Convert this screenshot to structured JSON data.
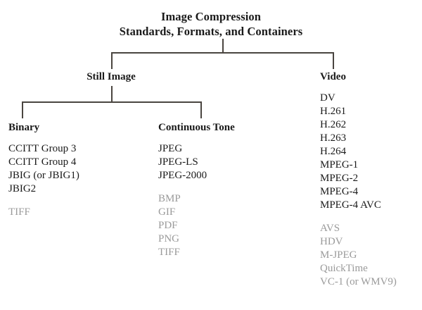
{
  "diagram": {
    "title": {
      "line1": "Image Compression",
      "line2": "Standards, Formats, and Containers"
    },
    "branches": {
      "still_image": "Still Image",
      "video": "Video"
    },
    "columns": {
      "binary": {
        "heading": "Binary",
        "items": [
          {
            "label": "CCITT Group 3",
            "muted": false,
            "spaced": false
          },
          {
            "label": "CCITT Group 4",
            "muted": false,
            "spaced": false
          },
          {
            "label": "JBIG (or JBIG1)",
            "muted": false,
            "spaced": false
          },
          {
            "label": "JBIG2",
            "muted": false,
            "spaced": false
          },
          {
            "label": "TIFF",
            "muted": true,
            "spaced": true
          }
        ]
      },
      "continuous_tone": {
        "heading": "Continuous Tone",
        "items": [
          {
            "label": "JPEG",
            "muted": false,
            "spaced": false
          },
          {
            "label": "JPEG-LS",
            "muted": false,
            "spaced": false
          },
          {
            "label": "JPEG-2000",
            "muted": false,
            "spaced": false
          },
          {
            "label": "BMP",
            "muted": true,
            "spaced": true
          },
          {
            "label": "GIF",
            "muted": true,
            "spaced": false
          },
          {
            "label": "PDF",
            "muted": true,
            "spaced": false
          },
          {
            "label": "PNG",
            "muted": true,
            "spaced": false
          },
          {
            "label": "TIFF",
            "muted": true,
            "spaced": false
          }
        ]
      },
      "video": {
        "heading": "Video",
        "items": [
          {
            "label": "DV",
            "muted": false,
            "spaced": false
          },
          {
            "label": "H.261",
            "muted": false,
            "spaced": false
          },
          {
            "label": "H.262",
            "muted": false,
            "spaced": false
          },
          {
            "label": "H.263",
            "muted": false,
            "spaced": false
          },
          {
            "label": "H.264",
            "muted": false,
            "spaced": false
          },
          {
            "label": "MPEG-1",
            "muted": false,
            "spaced": false
          },
          {
            "label": "MPEG-2",
            "muted": false,
            "spaced": false
          },
          {
            "label": "MPEG-4",
            "muted": false,
            "spaced": false
          },
          {
            "label": "MPEG-4 AVC",
            "muted": false,
            "spaced": false
          },
          {
            "label": "AVS",
            "muted": true,
            "spaced": true
          },
          {
            "label": "HDV",
            "muted": true,
            "spaced": false
          },
          {
            "label": "M-JPEG",
            "muted": true,
            "spaced": false
          },
          {
            "label": "QuickTime",
            "muted": true,
            "spaced": false
          },
          {
            "label": "VC-1 (or WMV9)",
            "muted": true,
            "spaced": false
          }
        ]
      }
    },
    "colors": {
      "text": "#1a1a1a",
      "muted_text": "#9a9a9a",
      "connector": "#4a4540",
      "background": "#ffffff"
    }
  }
}
